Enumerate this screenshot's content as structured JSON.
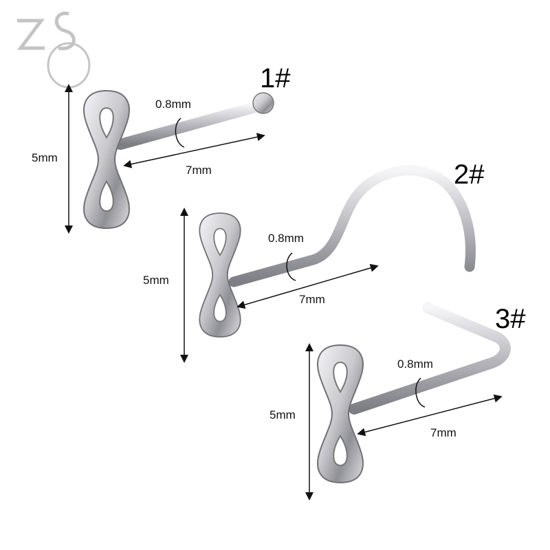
{
  "logo": {
    "text": "ZS"
  },
  "items": [
    {
      "number": "1#",
      "gauge": "0.8mm",
      "height": "5mm",
      "length": "7mm",
      "style": "bone"
    },
    {
      "number": "2#",
      "gauge": "0.8mm",
      "height": "5mm",
      "length": "7mm",
      "style": "screw"
    },
    {
      "number": "3#",
      "gauge": "0.8mm",
      "height": "5mm",
      "length": "7mm",
      "style": "L-shape"
    }
  ],
  "colors": {
    "metal_light": "#e8e8ea",
    "metal_dark": "#8a8a90",
    "line": "#111111"
  }
}
